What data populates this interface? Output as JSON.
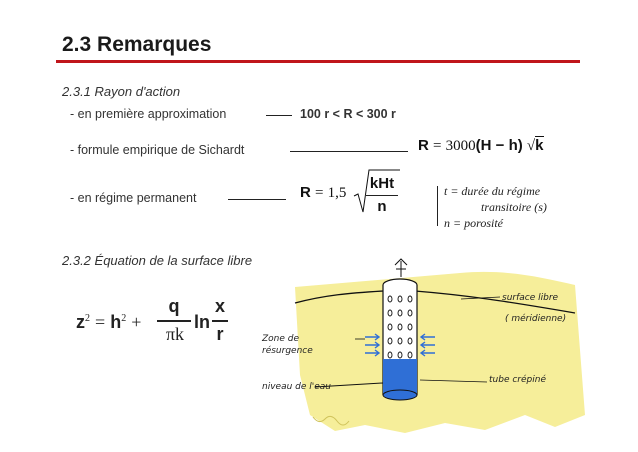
{
  "title": "2.3 Remarques",
  "section1": {
    "heading": "2.3.1 Rayon d'action",
    "item1_label": "- en première approximation",
    "item1_value": "100 r < R < 300 r",
    "item2_label": "- formule empirique de Sichardt",
    "item2_formula": {
      "lhs": "R",
      "eq": "=",
      "coef": "3000",
      "paren": "(H − h)",
      "k": "k"
    },
    "item3_label": "- en régime permanent",
    "item3_formula": {
      "lhs": "R",
      "eq": "=",
      "coef": "1,5",
      "num": "kHt",
      "den": "n"
    },
    "legend": {
      "line1": "t = durée du régime",
      "line2": "transitoire (s)",
      "line3": "n = porosité"
    }
  },
  "section2": {
    "heading": "2.3.2 Équation de la surface libre",
    "formula": {
      "z": "z",
      "sq": "2",
      "eq": "=",
      "h": "h",
      "sq2": "2",
      "plus": "+",
      "q": "q",
      "pik": "πk",
      "ln": "ln",
      "x": "x",
      "r": "r"
    }
  },
  "figure": {
    "label_surface": "surface libre",
    "label_meridienne": "( méridienne)",
    "label_zone1": "Zone de",
    "label_zone2": "résurgence",
    "label_niveau": "niveau de l'eau",
    "label_tube": "tube crépiné",
    "colors": {
      "soil": "#f6ee9a",
      "water": "#2f6fd6"
    }
  }
}
